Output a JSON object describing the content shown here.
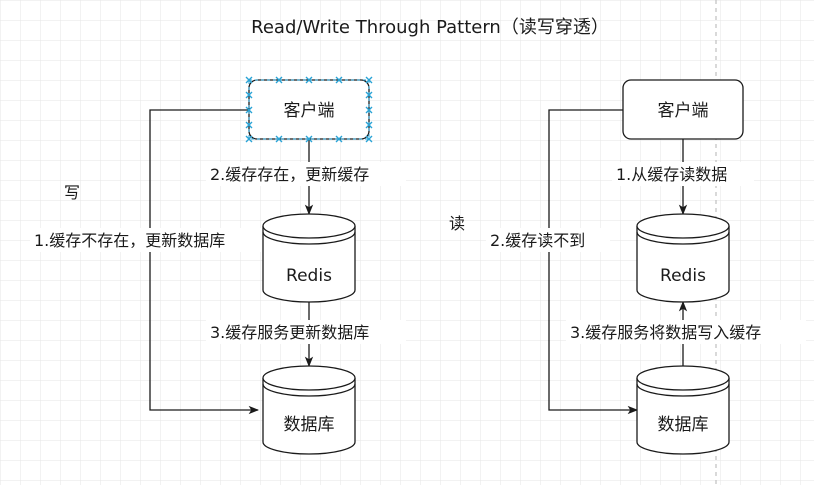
{
  "title": "Read/Write Through Pattern（读写穿透）",
  "write": {
    "section_label": "写",
    "client": "客户端",
    "cache": "Redis",
    "database": "数据库",
    "edge_update_cache": "2.缓存存在，更新缓存",
    "edge_update_db": "1.缓存不存在，更新数据库",
    "edge_service_update": "3.缓存服务更新数据库"
  },
  "read": {
    "section_label": "读",
    "client": "客户端",
    "cache": "Redis",
    "database": "数据库",
    "edge_read_cache": "1.从缓存读数据",
    "edge_miss": "2.缓存读不到",
    "edge_write_back": "3.缓存服务将数据写入缓存"
  },
  "colors": {
    "grid": "#e6e6e6",
    "stroke": "#1a1a1a",
    "selection_handle": "#29a3d6",
    "guide": "#b3b3b3"
  }
}
